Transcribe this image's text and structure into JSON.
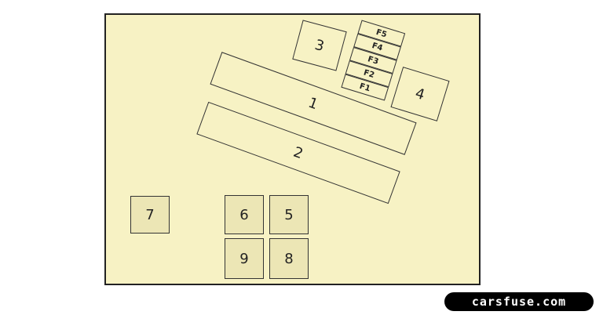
{
  "diagram": {
    "relays": [
      {
        "id": "r1",
        "label": "1"
      },
      {
        "id": "r2",
        "label": "2"
      },
      {
        "id": "r3",
        "label": "3"
      },
      {
        "id": "r4",
        "label": "4"
      },
      {
        "id": "r5",
        "label": "5"
      },
      {
        "id": "r6",
        "label": "6"
      },
      {
        "id": "r7",
        "label": "7"
      },
      {
        "id": "r8",
        "label": "8"
      },
      {
        "id": "r9",
        "label": "9"
      }
    ],
    "fuses": [
      "F5",
      "F4",
      "F3",
      "F2",
      "F1"
    ]
  },
  "watermark": "carsfuse.com",
  "colors": {
    "panel": "#f7f2c4",
    "outline": "#333333"
  }
}
